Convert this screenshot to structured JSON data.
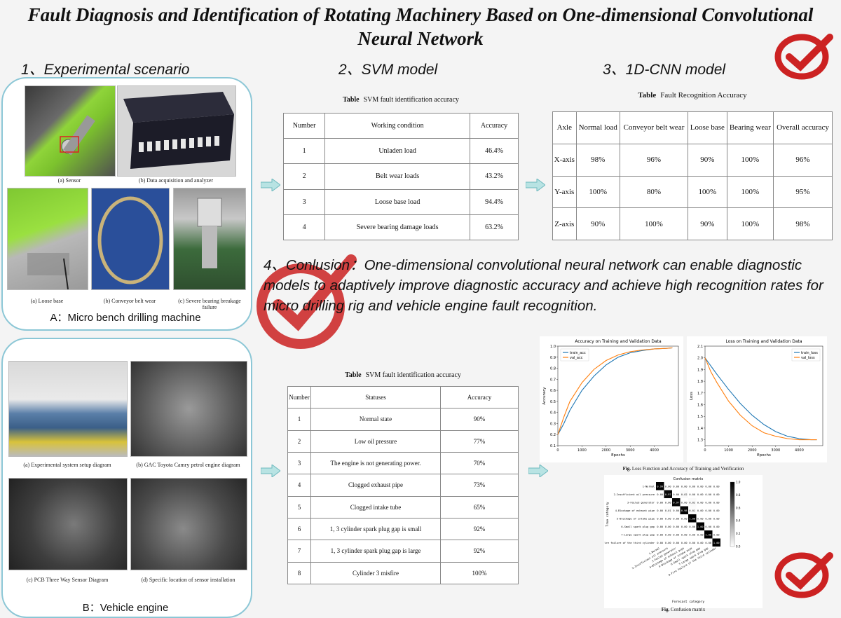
{
  "title": "Fault Diagnosis and Identification of Rotating Machinery Based on One-dimensional Convolutional Neural Network",
  "sections": {
    "s1": "1、Experimental scenario",
    "s2": "2、SVM model",
    "s3": "3、1D-CNN model"
  },
  "panel_a": {
    "captions": [
      "(a) Sensor",
      "(b) Data acquisition and analyzer",
      "(a) Loose base",
      "(b) Conveyor belt wear",
      "(c) Severe bearing breakage failure"
    ],
    "label": "A：Micro bench drilling machine"
  },
  "panel_b": {
    "captions": [
      "(a)  Experimental system setup diagram",
      "(b) GAC Toyota Camry petrol engine diagram",
      "(c) PCB Three Way Sensor Diagram",
      "(d) Specific location of sensor installation"
    ],
    "label": "B：Vehicle engine"
  },
  "svm_table_1": {
    "caption_label": "Table",
    "caption": "SVM fault identification accuracy",
    "headers": [
      "Number",
      "Working condition",
      "Accuracy"
    ],
    "rows": [
      [
        "1",
        "Unladen load",
        "46.4%"
      ],
      [
        "2",
        "Belt wear loads",
        "43.2%"
      ],
      [
        "3",
        "Loose base load",
        "94.4%"
      ],
      [
        "4",
        "Severe bearing damage loads",
        "63.2%"
      ]
    ]
  },
  "cnn_table": {
    "caption_label": "Table",
    "caption": "Fault Recognition Accuracy",
    "headers": [
      "Axle",
      "Normal load",
      "Conveyor belt wear",
      "Loose base",
      "Bearing wear",
      "Overall accuracy"
    ],
    "rows": [
      [
        "X-axis",
        "98%",
        "96%",
        "90%",
        "100%",
        "96%"
      ],
      [
        "Y-axis",
        "100%",
        "80%",
        "100%",
        "100%",
        "95%"
      ],
      [
        "Z-axis",
        "90%",
        "100%",
        "90%",
        "100%",
        "98%"
      ]
    ]
  },
  "conclusion": "4、Conlusion：One-dimensional convolutional neural network can enable diagnostic models to adaptively improve diagnostic accuracy and achieve high recognition rates for micro drilling rig and vehicle engine fault recognition.",
  "svm_table_2": {
    "caption_label": "Table",
    "caption": "SVM fault identification accuracy",
    "headers": [
      "Number",
      "Statuses",
      "Accuracy"
    ],
    "rows": [
      [
        "1",
        "Normal state",
        "90%"
      ],
      [
        "2",
        "Low oil pressure",
        "77%"
      ],
      [
        "3",
        "The engine is not generating power.",
        "70%"
      ],
      [
        "4",
        "Clogged exhaust pipe",
        "73%"
      ],
      [
        "5",
        "Clogged intake tube",
        "65%"
      ],
      [
        "6",
        "1, 3 cylinder spark plug gap is small",
        "92%"
      ],
      [
        "7",
        "1, 3 cylinder spark plug gap is large",
        "92%"
      ],
      [
        "8",
        "Cylinder 3 misfire",
        "100%"
      ]
    ]
  },
  "figures": {
    "caption_label": "Fig.",
    "caption": "Loss Function and Accuracy of Training and Verification",
    "cm_caption_label": "Fig.",
    "cm_caption": "Confusion matrix"
  },
  "chart_data": [
    {
      "type": "line",
      "title": "Accuracy  on Training and Validation Data",
      "xlabel": "Epochs",
      "ylabel": "Accuracy",
      "xlim": [
        0,
        5000
      ],
      "ylim": [
        0.1,
        1.0
      ],
      "xticks": [
        0,
        1000,
        2000,
        3000,
        4000
      ],
      "yticks": [
        0.1,
        0.2,
        0.3,
        0.4,
        0.5,
        0.6,
        0.7,
        0.8,
        0.9,
        1.0
      ],
      "legend_position": "top-left",
      "x": [
        0,
        250,
        500,
        1000,
        1500,
        2000,
        2500,
        3000,
        3500,
        4000,
        4500,
        4750
      ],
      "series": [
        {
          "name": "train_acc",
          "color": "#1f77b4",
          "values": [
            0.2,
            0.3,
            0.42,
            0.6,
            0.73,
            0.83,
            0.9,
            0.94,
            0.96,
            0.975,
            0.98,
            0.985
          ]
        },
        {
          "name": "val_acc",
          "color": "#ff7f0e",
          "values": [
            0.2,
            0.36,
            0.5,
            0.67,
            0.79,
            0.87,
            0.92,
            0.95,
            0.965,
            0.975,
            0.98,
            0.985
          ]
        }
      ]
    },
    {
      "type": "line",
      "title": "Loss on Training and Validation Data",
      "xlabel": "Epochs",
      "ylabel": "Loss",
      "xlim": [
        0,
        5000
      ],
      "ylim": [
        1.25,
        2.1
      ],
      "xticks": [
        0,
        1000,
        2000,
        3000,
        4000
      ],
      "yticks": [
        1.3,
        1.4,
        1.5,
        1.6,
        1.7,
        1.8,
        1.9,
        2.0,
        2.1
      ],
      "legend_position": "top-right",
      "x": [
        0,
        250,
        500,
        1000,
        1500,
        2000,
        2500,
        3000,
        3500,
        4000,
        4500,
        4750
      ],
      "series": [
        {
          "name": "train_loss",
          "color": "#1f77b4",
          "values": [
            2.0,
            1.93,
            1.86,
            1.73,
            1.61,
            1.51,
            1.43,
            1.37,
            1.33,
            1.31,
            1.3,
            1.3
          ]
        },
        {
          "name": "val_loss",
          "color": "#ff7f0e",
          "values": [
            2.0,
            1.88,
            1.79,
            1.63,
            1.51,
            1.42,
            1.36,
            1.33,
            1.31,
            1.3,
            1.3,
            1.3
          ]
        }
      ]
    },
    {
      "type": "heatmap",
      "title": "Confusion matrix",
      "xlabel": "Forecast category",
      "ylabel": "True category",
      "labels": [
        "1-Normal",
        "2-Insufficient oil pressure",
        "3-Failed generator",
        "4-Blockage of exhaust pipe",
        "5-Blockage of intake pipe",
        "6-Small spark plug gap",
        "7-Large spark plug gap",
        "8-Fire failure of the third cylinder"
      ],
      "matrix": [
        [
          0.99,
          0.0,
          0.0,
          0.0,
          0.0,
          0.0,
          0.0,
          0.0
        ],
        [
          0.0,
          0.97,
          0.0,
          0.02,
          0.0,
          0.0,
          0.0,
          0.0
        ],
        [
          0.0,
          0.0,
          0.97,
          0.0,
          0.02,
          0.0,
          0.0,
          0.0
        ],
        [
          0.0,
          0.01,
          0.0,
          0.98,
          0.01,
          0.0,
          0.0,
          0.0
        ],
        [
          0.0,
          0.0,
          0.0,
          0.0,
          1.0,
          0.0,
          0.0,
          0.0
        ],
        [
          0.0,
          0.0,
          0.0,
          0.0,
          0.0,
          1.0,
          0.0,
          0.0
        ],
        [
          0.0,
          0.0,
          0.0,
          0.0,
          0.0,
          0.0,
          1.0,
          0.0
        ],
        [
          0.0,
          0.0,
          0.0,
          0.0,
          0.0,
          0.0,
          0.0,
          1.0
        ]
      ],
      "colorbar_ticks": [
        0.0,
        0.2,
        0.4,
        0.6,
        0.8,
        1.0
      ]
    }
  ],
  "colors": {
    "panel_border": "#8cc7d6",
    "stamp_red": "#cc2222",
    "arrow": "#9fd6d9"
  },
  "icons": [
    "check-stamp-icon",
    "arrow-right-icon"
  ]
}
